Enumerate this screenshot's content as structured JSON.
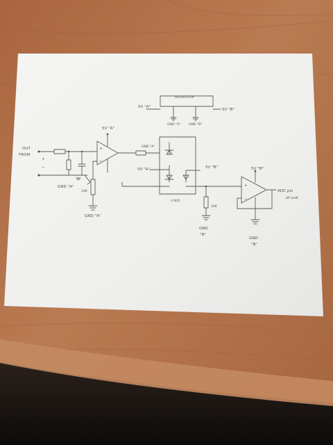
{
  "schematic": {
    "regulator": {
      "label": "REGULATOR",
      "supply_in": "5V \"A\"",
      "supply_out": "5V \"B\"",
      "gnd_left": "GND \"A\"",
      "gnd_right": "GND \"B\""
    },
    "input": {
      "label_line1": "OUT",
      "label_line2": "FROM",
      "plus": "+",
      "minus": "−",
      "gnd": "GND \"A\"",
      "resistor": "10K"
    },
    "opamp1": {
      "supply": "5V \"A\"",
      "gnd": "GND \"A\""
    },
    "led": {
      "label": "GND \"A\""
    },
    "isolator": {
      "supply_a": "5V \"A\"",
      "supply_b": "5V \"B\"",
      "part": "4 N35"
    },
    "pulldown": {
      "resistor": "10K",
      "gnd_line1": "GND",
      "gnd_line2": "\"B\""
    },
    "opamp2": {
      "supply": "5V \"B\"",
      "output_line1": "ADC pin",
      "output_line2": "of ucd",
      "gnd_line1": "GND",
      "gnd_line2": "\"B\""
    }
  },
  "colors": {
    "desk": "#b1704a",
    "paper": "#f2f2f0",
    "ink": "#5d5a56"
  }
}
